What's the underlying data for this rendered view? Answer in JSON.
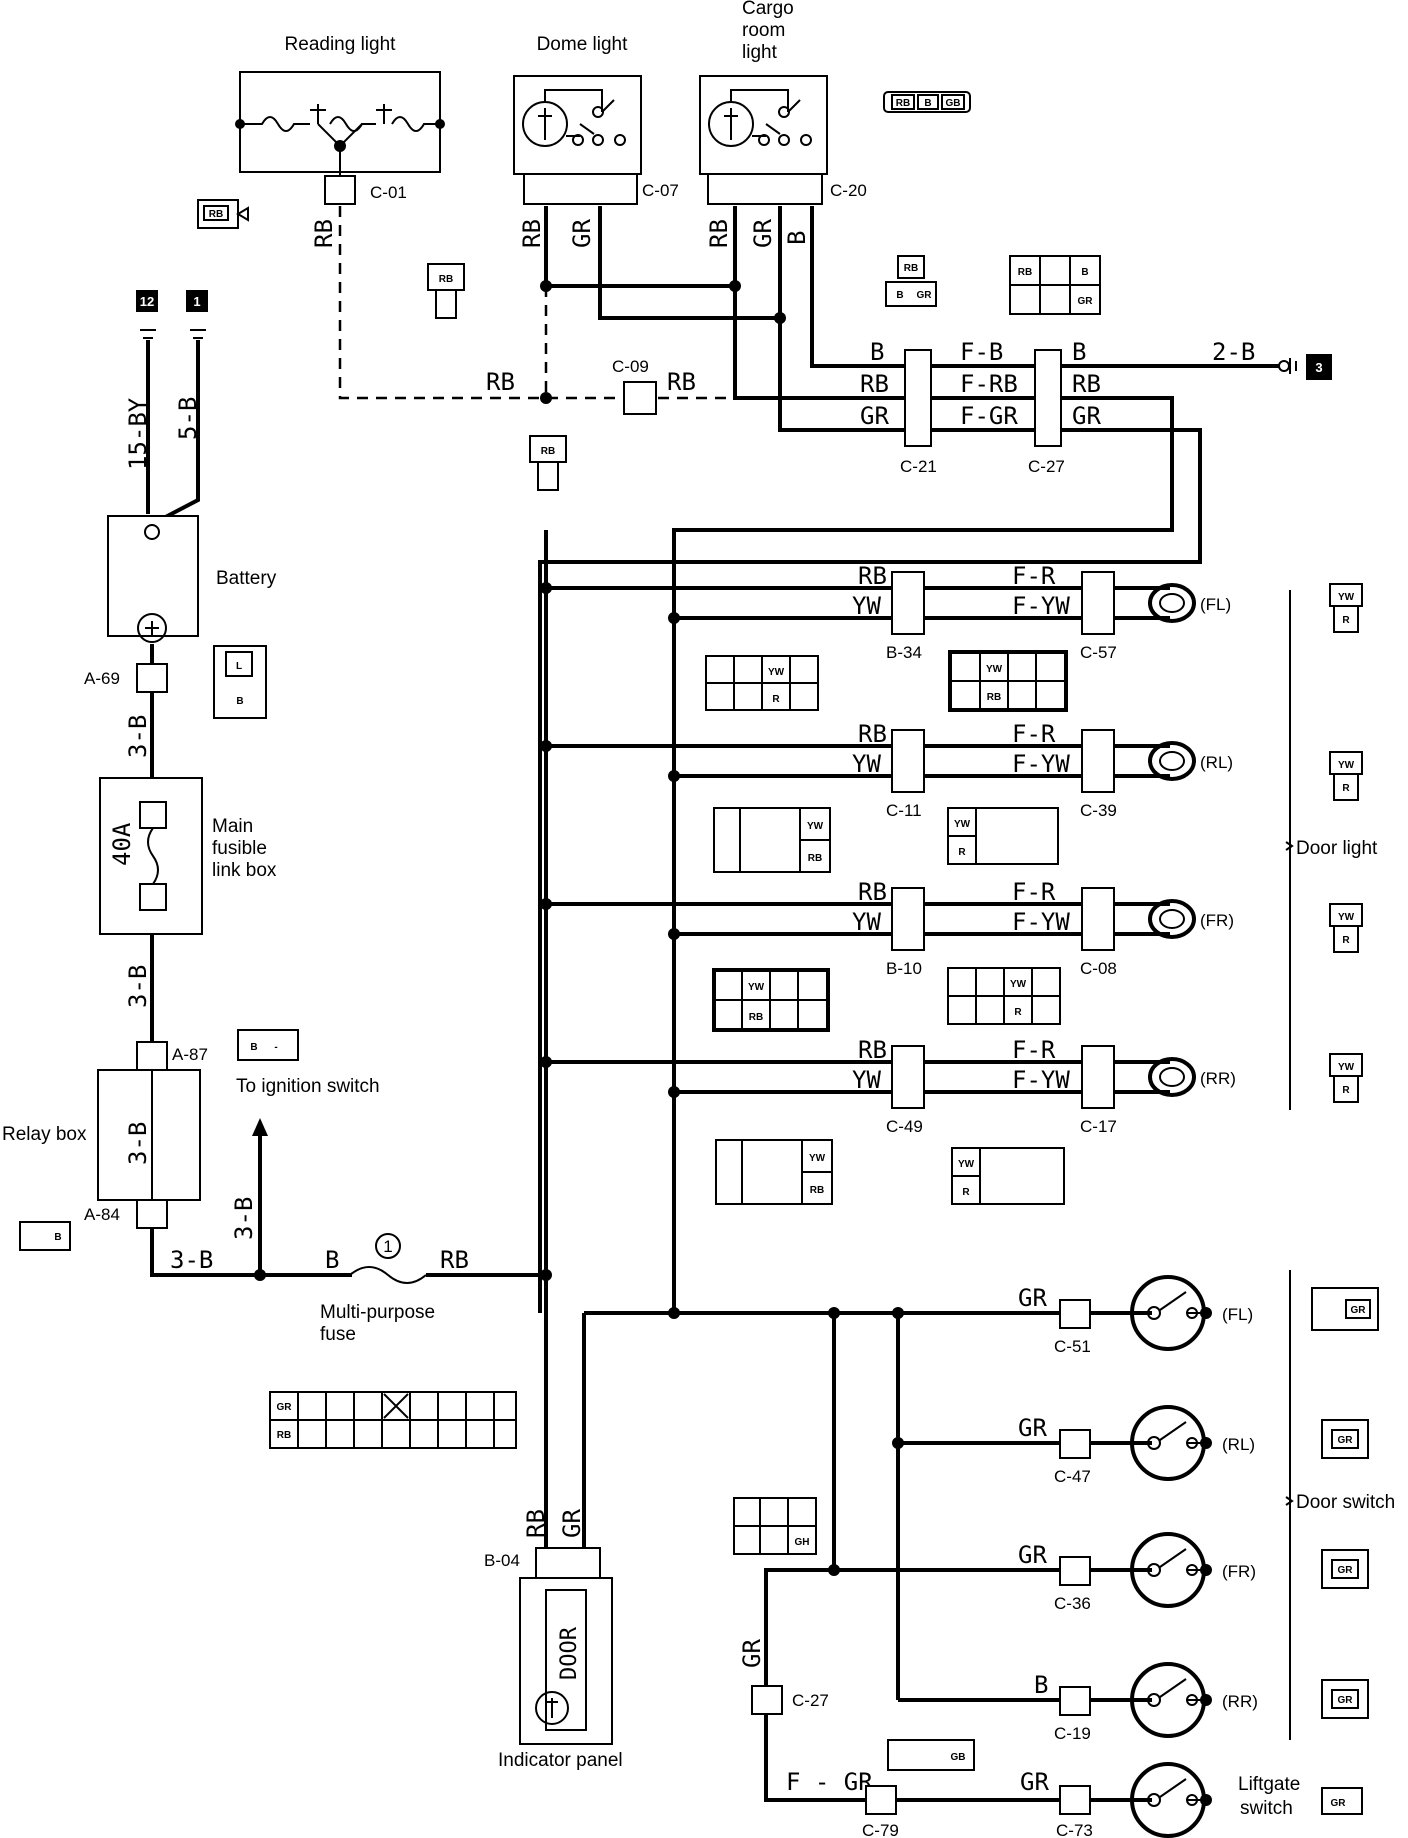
{
  "components": {
    "reading_light": "Reading light",
    "dome_light": "Dome light",
    "cargo_light": [
      "Cargo",
      "room",
      "light"
    ],
    "battery": "Battery",
    "main_fusible": [
      "Main",
      "fusible",
      "link box"
    ],
    "fuse_rating": "40A",
    "relay_box": "Relay box",
    "relay_wire": "3-B",
    "to_ignition": "To ignition switch",
    "multi_fuse": [
      "Multi-purpose",
      "fuse"
    ],
    "fuse_number": "1",
    "door_light": "Door light",
    "door_switch": "Door switch",
    "indicator_panel": "Indicator panel",
    "indicator_text": "DOOR",
    "liftgate_switch": [
      "Liftgate",
      "switch"
    ]
  },
  "connectors": {
    "c01": "C-01",
    "c07": "C-07",
    "c20": "C-20",
    "c09": "C-09",
    "c21": "C-21",
    "c27a": "C-27",
    "a69": "A-69",
    "a87": "A-87",
    "a84": "A-84",
    "b34": "B-34",
    "c57": "C-57",
    "c11": "C-11",
    "c39": "C-39",
    "b10": "B-10",
    "c08": "C-08",
    "c49": "C-49",
    "c17": "C-17",
    "c51": "C-51",
    "c47": "C-47",
    "c36": "C-36",
    "c19": "C-19",
    "b04": "B-04",
    "c27b": "C-27",
    "c79": "C-79",
    "c73": "C-73"
  },
  "wires": {
    "rb": "RB",
    "gr": "GR",
    "b": "B",
    "yw": "YW",
    "fb": "F-B",
    "frb": "F-RB",
    "fgr": "F-GR",
    "fr": "F-R",
    "fyw": "F-YW",
    "wire_2b": "2-B",
    "wire_15by": "15-BY",
    "wire_5b": "5-B",
    "wire_3b": "3-B",
    "fgr_lift": "F - GR"
  },
  "grounds": {
    "g12": "12",
    "g1": "1",
    "g3": "3"
  },
  "positions": {
    "fl": "(FL)",
    "rl": "(RL)",
    "fr": "(FR)",
    "rr": "(RR)"
  },
  "pins": {
    "rb": "RB",
    "b": "B",
    "gb": "GB",
    "gr": "GR",
    "yw": "YW",
    "r": "R",
    "l": "L",
    "gh": "GH",
    "minus": "-"
  }
}
